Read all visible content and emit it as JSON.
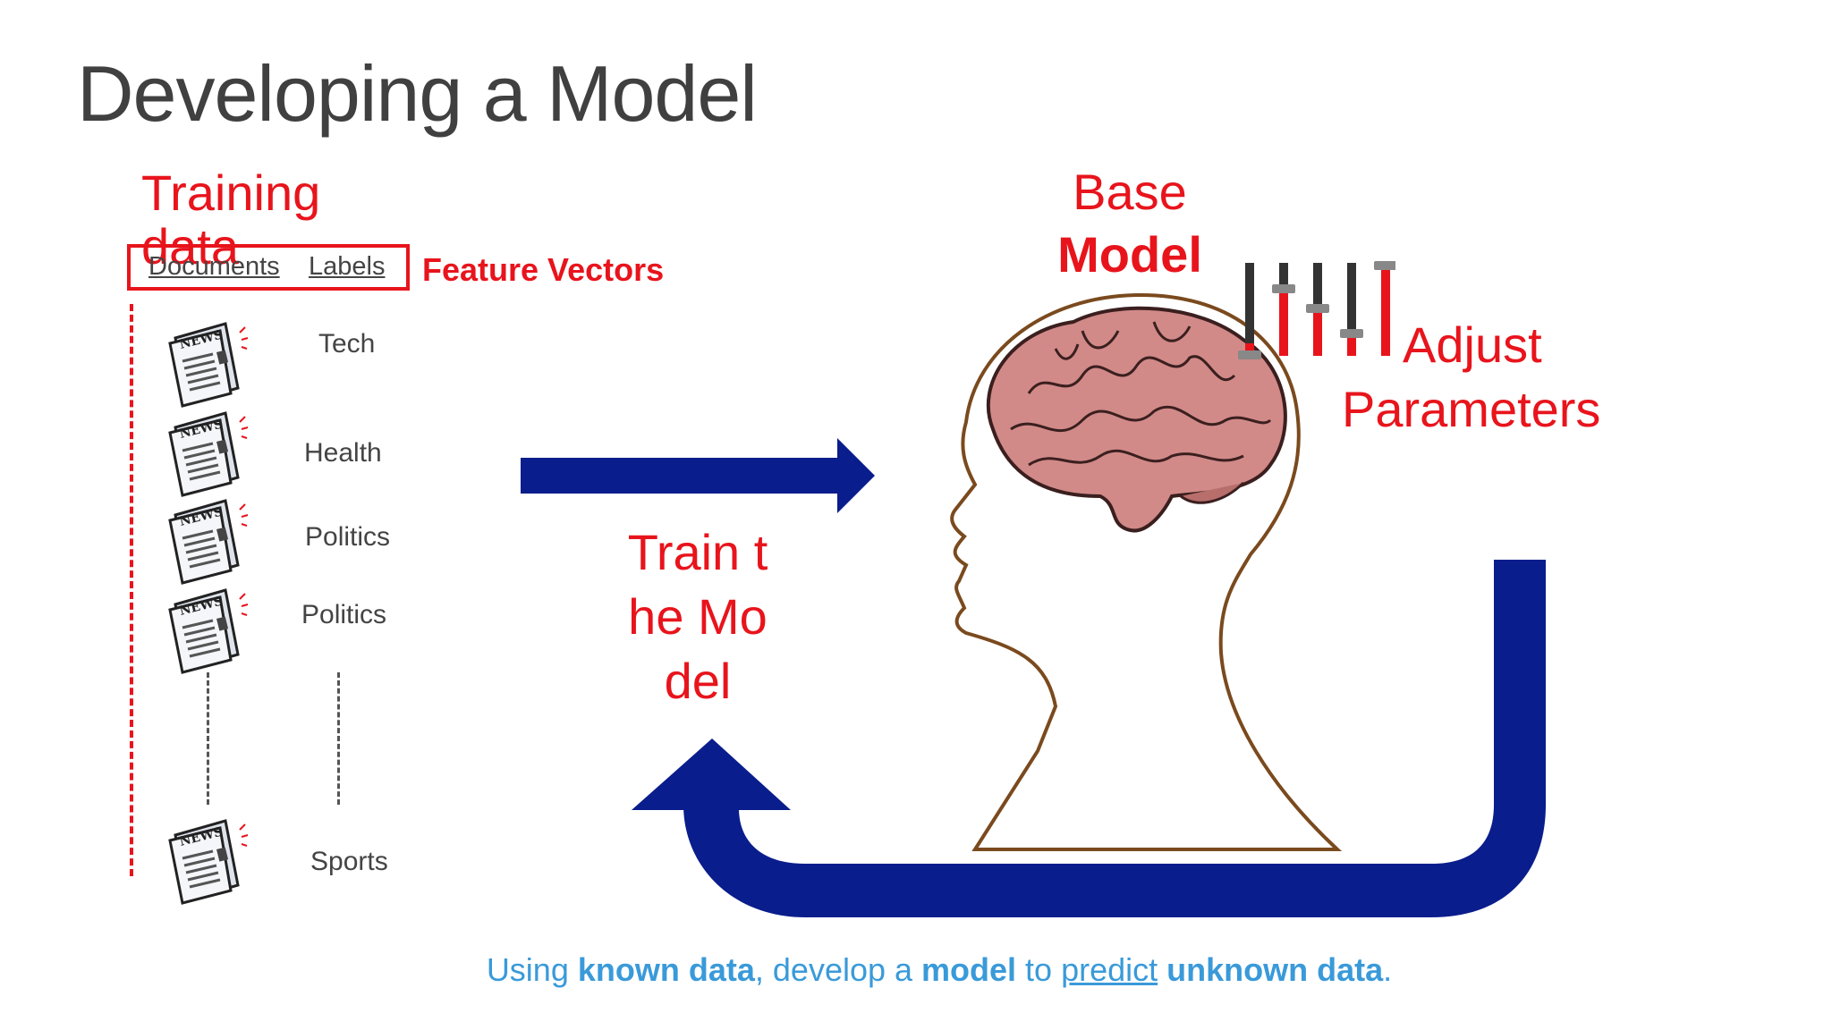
{
  "slide": {
    "title": "Developing a Model"
  },
  "training": {
    "label": "Training data",
    "columns": {
      "documents": "Documents",
      "labels": "Labels"
    },
    "feature_vectors_label": "Feature Vectors",
    "news_icon_text": "NEWS",
    "rows": [
      {
        "label": "Tech"
      },
      {
        "label": "Health"
      },
      {
        "label": "Politics"
      },
      {
        "label": "Politics"
      },
      {
        "label": "Sports"
      }
    ]
  },
  "model": {
    "base_line1": "Base",
    "base_line2": "Model",
    "adjust_line1": "Adjust",
    "adjust_line2": "Parameters",
    "train_label": "Train the Model"
  },
  "caption": {
    "part1": "Using ",
    "known_data": "known data",
    "part2": ", develop a ",
    "model": "model",
    "part3": " to ",
    "predict": "predict",
    "part4": " ",
    "unknown_data": "unknown data",
    "part5": "."
  },
  "colors": {
    "accent_red": "#e8141c",
    "arrow_blue": "#0a1d8c",
    "caption_blue": "#3a9ad9"
  },
  "icons": [
    "newspaper-icon",
    "brain-icon",
    "head-outline",
    "slider-icon",
    "arrow-right-icon",
    "u-turn-arrow-icon"
  ]
}
